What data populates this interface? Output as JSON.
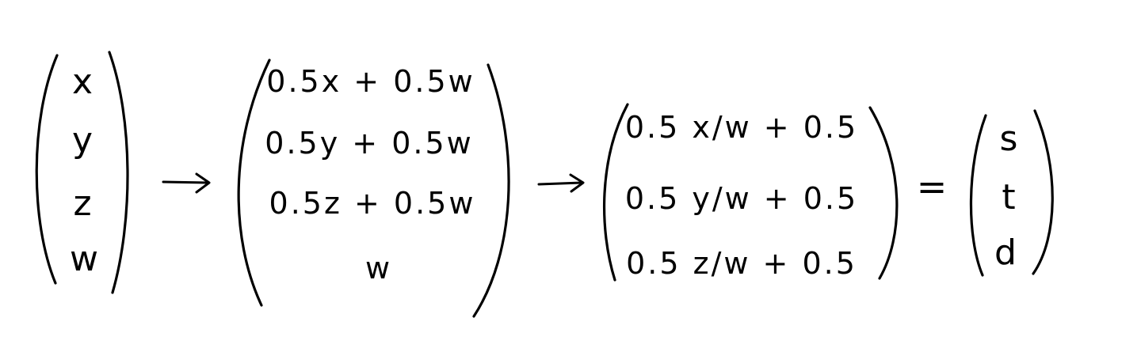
{
  "matrices": [
    {
      "name": "input-vector",
      "entries": [
        "x",
        "y",
        "z",
        "w"
      ]
    },
    {
      "name": "scaled-vector",
      "entries": [
        "0.5x + 0.5w",
        "0.5y + 0.5w",
        "0.5z + 0.5w",
        "w"
      ]
    },
    {
      "name": "divided-vector",
      "entries": [
        "0.5 x/w + 0.5",
        "0.5 y/w + 0.5",
        "0.5 z/w + 0.5"
      ]
    },
    {
      "name": "result-vector",
      "entries": [
        "s",
        "t",
        "d"
      ]
    }
  ],
  "operators": {
    "arrow_1": "→",
    "arrow_2": "→",
    "equals": "="
  },
  "colors": {
    "ink": "#000000",
    "background": "#ffffff"
  }
}
